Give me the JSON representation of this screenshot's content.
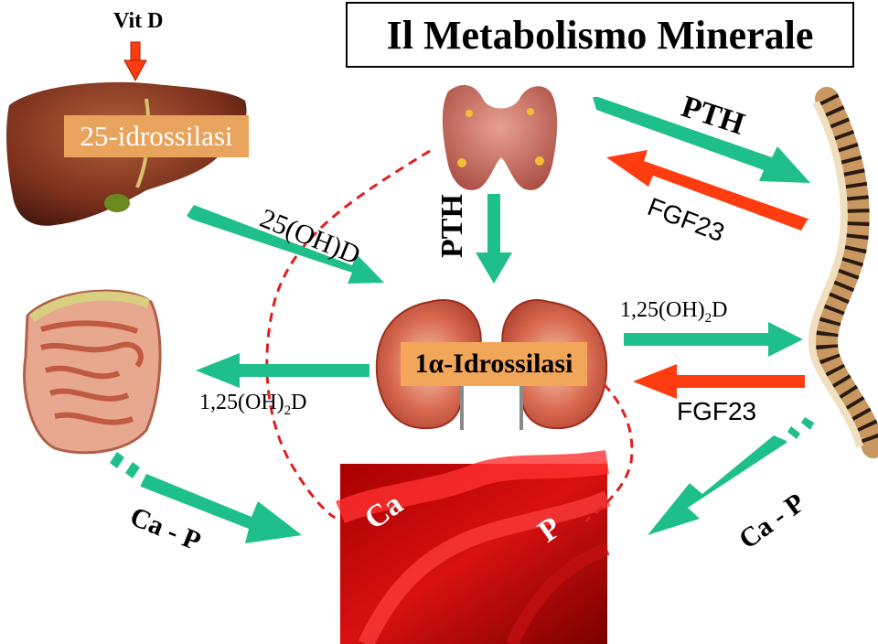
{
  "title": "Il Metabolismo Minerale",
  "labels": {
    "vit_d": "Vit D",
    "liver_enzyme": "25-idrossilasi",
    "oh_d_25": "25(OH)D",
    "pth_vertical": "PTH",
    "pth_to_bone": "PTH",
    "fgf23_from_bone": "FGF23",
    "kidney_enzyme": "1α-Idrossilasi",
    "calcitriol_to_bone": "1,25(OH)",
    "calcitriol_to_bone_sub": "2",
    "calcitriol_to_bone_end": "D",
    "calcitriol_to_gut": "1,25(OH)",
    "calcitriol_to_gut_sub": "2",
    "calcitriol_to_gut_end": "D",
    "fgf23_to_kidney": "FGF23",
    "ca_p_left": "Ca - P",
    "ca_p_right": "Ca - P",
    "blood_ca": "Ca",
    "blood_p": "P"
  },
  "colors": {
    "green_arrow": "#1fbf8c",
    "red_arrow": "#ff3b10",
    "dashed_line": "#e02020",
    "liver_enzyme_bg": "#e8a35c",
    "kidney_enzyme_bg": "#f2a65a"
  },
  "icons": [
    "liver-illustration",
    "thyroid-illustration",
    "spine-illustration",
    "intestine-illustration",
    "kidney-illustration",
    "blood-vessels-image"
  ]
}
